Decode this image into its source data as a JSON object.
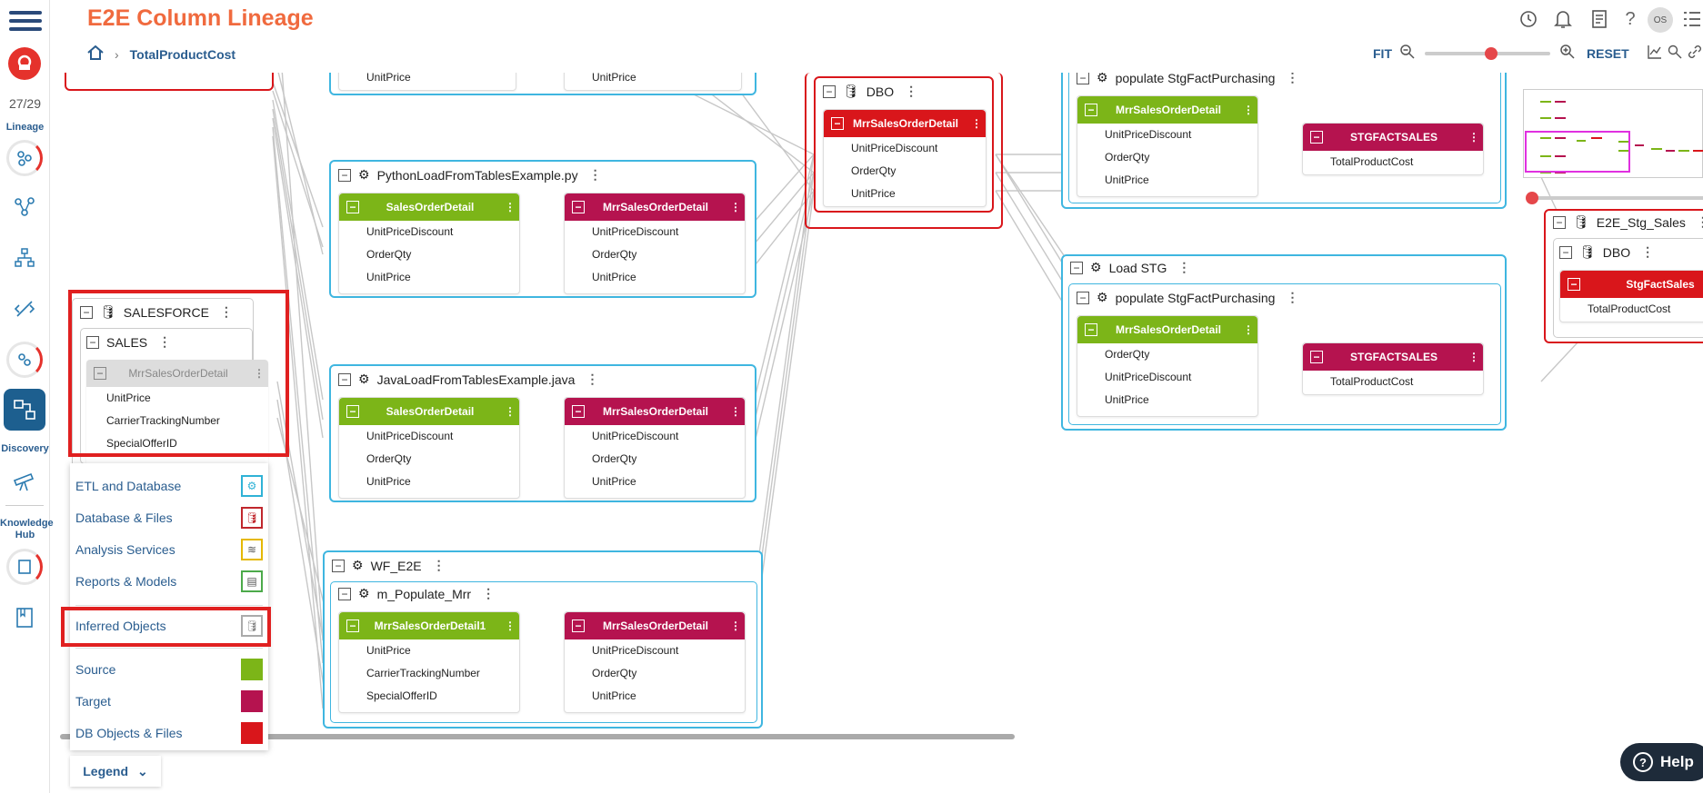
{
  "app": {
    "title": "E2E Column Lineage",
    "counter": "27/29"
  },
  "breadcrumb": {
    "current": "TotalProductCost"
  },
  "rail": {
    "lineage": "Lineage",
    "discovery": "Discovery",
    "knowledge_hub": "Knowledge Hub"
  },
  "toolbar": {
    "fit": "FIT",
    "reset": "RESET",
    "user": "OS"
  },
  "canvas": {
    "top_left": {
      "cols": [
        "UnitPrice",
        "UnitPrice"
      ]
    },
    "python": {
      "title": "PythonLoadFromTablesExample.py",
      "src": "SalesOrderDetail",
      "tgt": "MrrSalesOrderDetail",
      "src_cols": [
        "UnitPriceDiscount",
        "OrderQty",
        "UnitPrice"
      ],
      "tgt_cols": [
        "UnitPriceDiscount",
        "OrderQty",
        "UnitPrice"
      ]
    },
    "java": {
      "title": "JavaLoadFromTablesExample.java",
      "src": "SalesOrderDetail",
      "tgt": "MrrSalesOrderDetail",
      "src_cols": [
        "UnitPriceDiscount",
        "OrderQty",
        "UnitPrice"
      ],
      "tgt_cols": [
        "UnitPriceDiscount",
        "OrderQty",
        "UnitPrice"
      ]
    },
    "wf": {
      "title": "WF_E2E",
      "sub": "m_Populate_Mrr",
      "src": "MrrSalesOrderDetail1",
      "tgt": "MrrSalesOrderDetail",
      "src_cols": [
        "UnitPrice",
        "CarrierTrackingNumber",
        "SpecialOfferID"
      ],
      "tgt_cols": [
        "UnitPriceDiscount",
        "OrderQty",
        "UnitPrice"
      ]
    },
    "salesforce": {
      "title": "SALESFORCE",
      "schema": "SALES",
      "table": "MrrSalesOrderDetail",
      "cols": [
        "UnitPrice",
        "CarrierTrackingNumber",
        "SpecialOfferID"
      ]
    },
    "dbo": {
      "title": "DBO",
      "table": "MrrSalesOrderDetail",
      "cols": [
        "UnitPriceDiscount",
        "OrderQty",
        "UnitPrice"
      ]
    },
    "pop1": {
      "title": "populate StgFactPurchasing",
      "src": "MrrSalesOrderDetail",
      "tgt": "STGFACTSALES",
      "src_cols": [
        "UnitPriceDiscount",
        "OrderQty",
        "UnitPrice"
      ],
      "tgt_cols": [
        "TotalProductCost"
      ]
    },
    "loadstg": {
      "title": "Load STG",
      "sub": "populate StgFactPurchasing",
      "src": "MrrSalesOrderDetail",
      "tgt": "STGFACTSALES",
      "src_cols": [
        "OrderQty",
        "UnitPriceDiscount",
        "UnitPrice"
      ],
      "tgt_cols": [
        "TotalProductCost"
      ]
    },
    "e2e": {
      "title": "E2E_Stg_Sales",
      "schema": "DBO",
      "table": "StgFactSales",
      "cols": [
        "TotalProductCost"
      ]
    }
  },
  "legend": {
    "items": [
      {
        "label": "ETL and Database",
        "color": "#2fb2d6"
      },
      {
        "label": "Database & Files",
        "color": "#c0272d"
      },
      {
        "label": "Analysis Services",
        "color": "#e5b800"
      },
      {
        "label": "Reports & Models",
        "color": "#4caa4a"
      },
      {
        "label": "Inferred Objects",
        "color": "#aaaaaa"
      },
      {
        "label": "Source",
        "color": "#7cb518"
      },
      {
        "label": "Target",
        "color": "#b5134f"
      },
      {
        "label": "DB Objects & Files",
        "color": "#d9161b"
      }
    ],
    "button": "Legend"
  },
  "help": {
    "label": "Help"
  }
}
